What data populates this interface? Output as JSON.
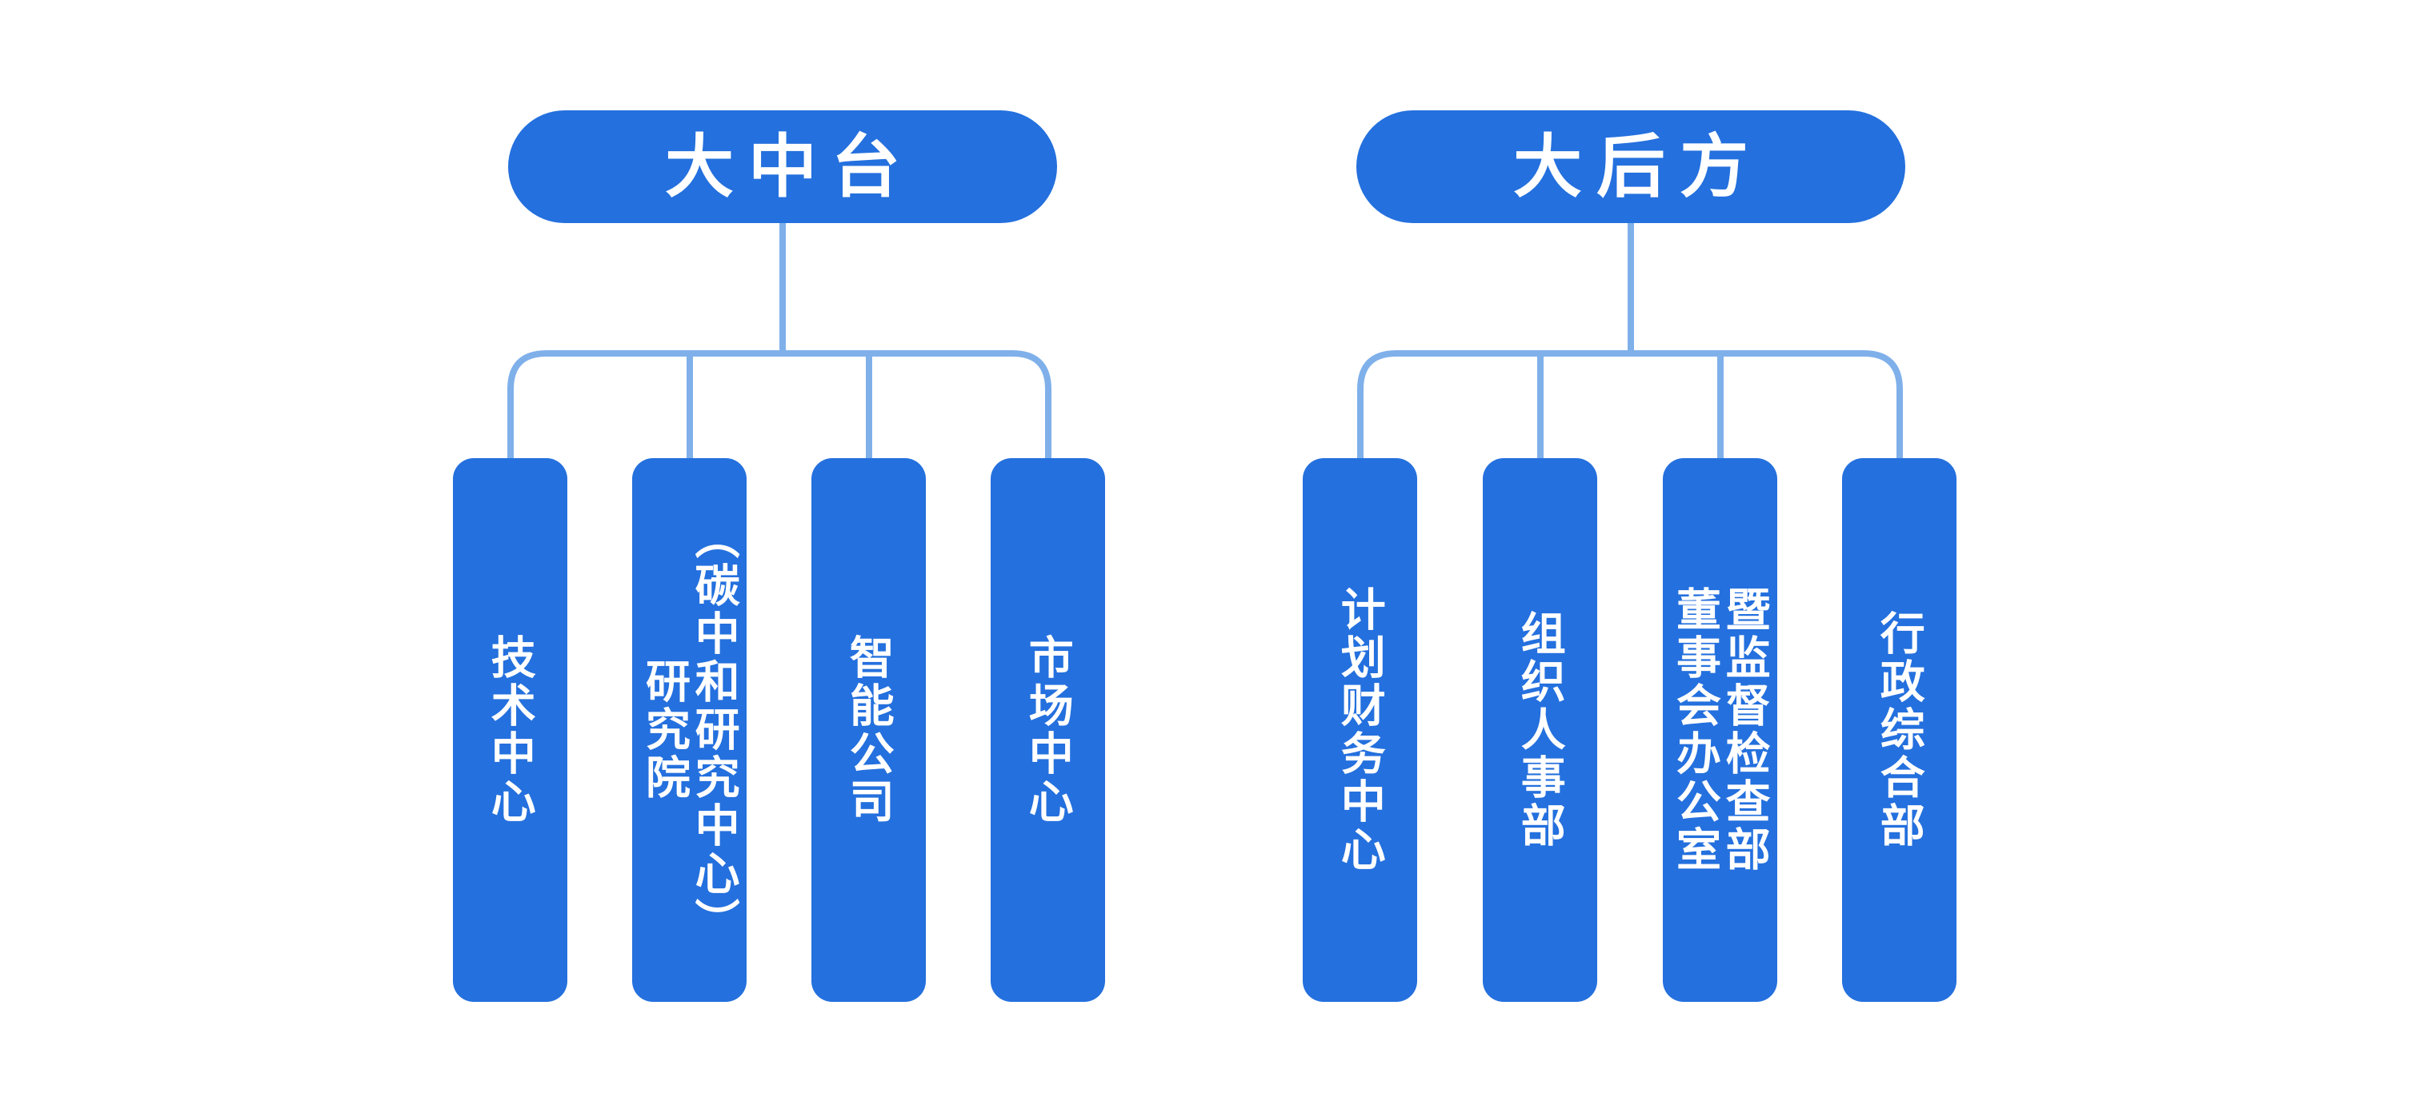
{
  "colors": {
    "node-blue": "#2470DE",
    "connector-blue": "#7FB0EA",
    "text-white": "#FFFFFF",
    "canvas-bg": "#FFFFFF"
  },
  "org_chart": {
    "groups": [
      {
        "parent": {
          "label": "大中台"
        },
        "children": [
          {
            "label": "技术中心"
          },
          {
            "label": "研究院\n（碳中和研究中心）"
          },
          {
            "label": "智能公司"
          },
          {
            "label": "市场中心"
          }
        ]
      },
      {
        "parent": {
          "label": "大后方"
        },
        "children": [
          {
            "label": "计划财务中心"
          },
          {
            "label": "组织人事部"
          },
          {
            "label": "董事会办公室\n暨监督检查部"
          },
          {
            "label": "行政综合部"
          }
        ]
      }
    ]
  }
}
